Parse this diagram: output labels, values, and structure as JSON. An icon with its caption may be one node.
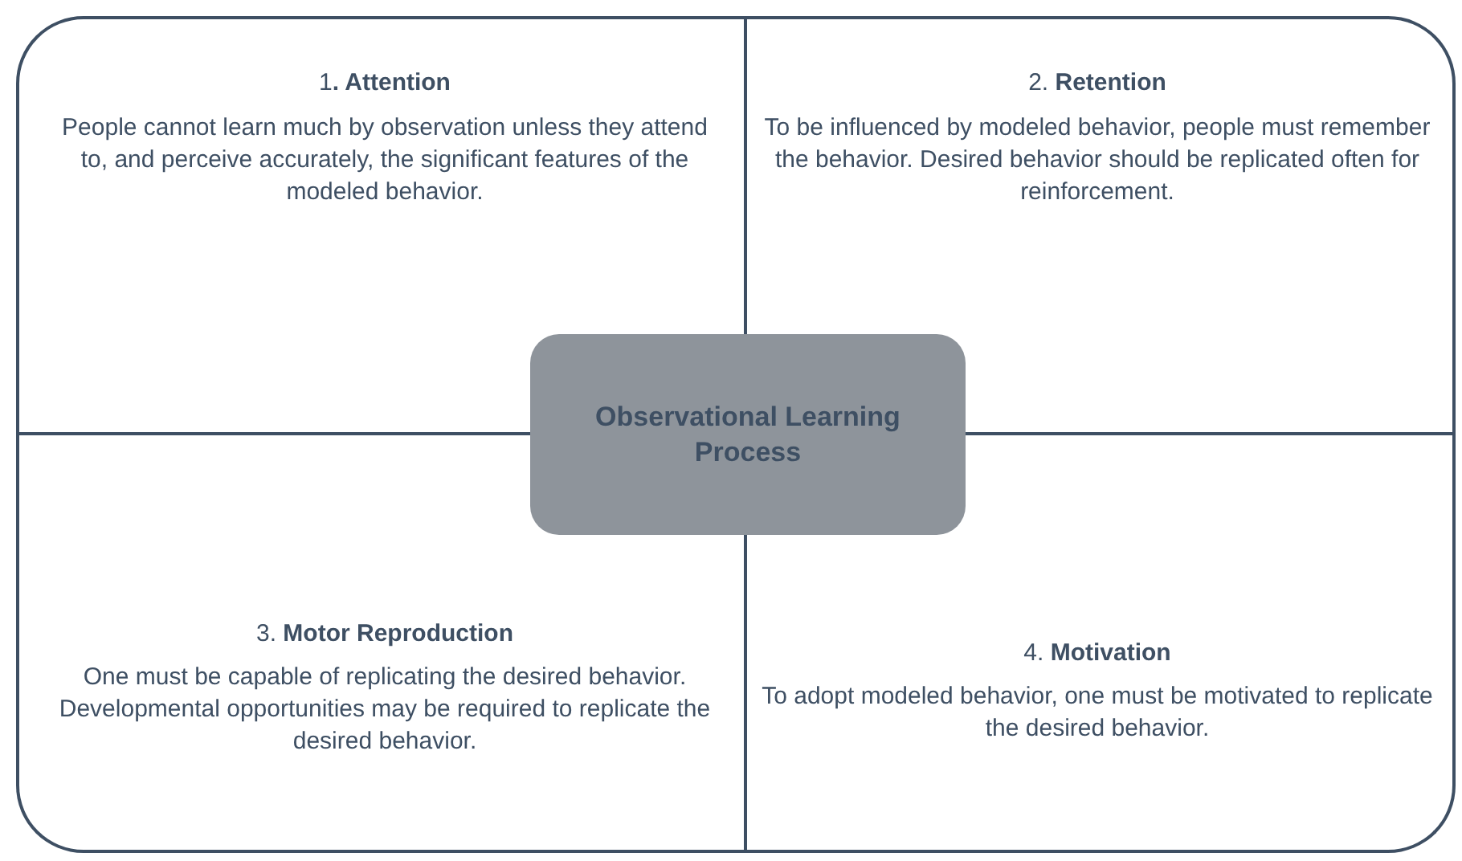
{
  "diagram": {
    "nodes": [
      {
        "text": [
          "1**. Attention**",
          "People cannot learn much by observation unless they attend to, and perceive accurately, the significant features of the modeled behavior."
        ]
      },
      {
        "text": [
          "2. **Retention**",
          "To be influenced by modeled behavior, people must remember the behavior. Desired behavior should be replicated often for reinforcement."
        ]
      },
      {
        "text": [
          "3. **Motor Reproduction**",
          "One must be capable of replicating the desired behavior. Developmental opportunities may be required to replicate the desired behavior."
        ]
      },
      {
        "text": [
          "4. **Motivation**",
          "To adopt modeled behavior, one must be motivated to replicate the desired behavior."
        ]
      },
      {
        "text": [
          "Observational Learning Process"
        ]
      }
    ]
  }
}
